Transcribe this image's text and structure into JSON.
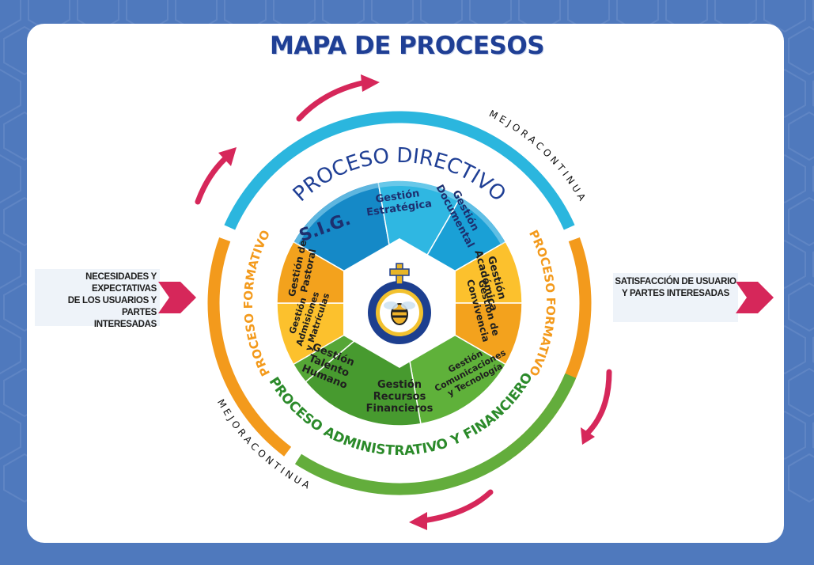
{
  "title": "MAPA DE PROCESOS",
  "input_text": [
    "NECESIDADES Y EXPECTATIVAS",
    "DE LOS USUARIOS Y PARTES",
    "INTERESADAS"
  ],
  "output_text": [
    "SATISFACCIÓN DE USUARIO",
    "Y PARTES INTERESADAS"
  ],
  "mejora_continua": "MEJORA CONTINUA",
  "rings": {
    "directivo": "PROCESO DIRECTIVO",
    "formativo": "PROCESO FORMATIVO",
    "administrativo": "PROCESO ADMINISTRATIVO Y FINANCIERO"
  },
  "segments": {
    "sig": [
      "S.I.G."
    ],
    "estrategica": [
      "Gestión",
      "Estratégica"
    ],
    "documental": [
      "Gestión",
      "Documental"
    ],
    "academica": [
      "Gestión",
      "Académica"
    ],
    "convivencia": [
      "Gestión de",
      "Convivencia"
    ],
    "comunicaciones": [
      "Gestión",
      "Comunicaciones",
      "y Tecnología"
    ],
    "financieros": [
      "Gestión",
      "Recursos",
      "Financieros"
    ],
    "talento": [
      "Gestión",
      "Talento",
      "Humano"
    ],
    "admisiones": [
      "Gestión",
      "Admisiones",
      "y Matrículas"
    ],
    "pastoral": [
      "Gestión de",
      "Pastoral"
    ]
  },
  "colors": {
    "background": "#4f79bd",
    "title": "#1f3f95",
    "directivo": "#2bb6de",
    "formativo": "#f39a1c",
    "administrativo": "#63ad3c",
    "arrow": "#d6275a"
  }
}
